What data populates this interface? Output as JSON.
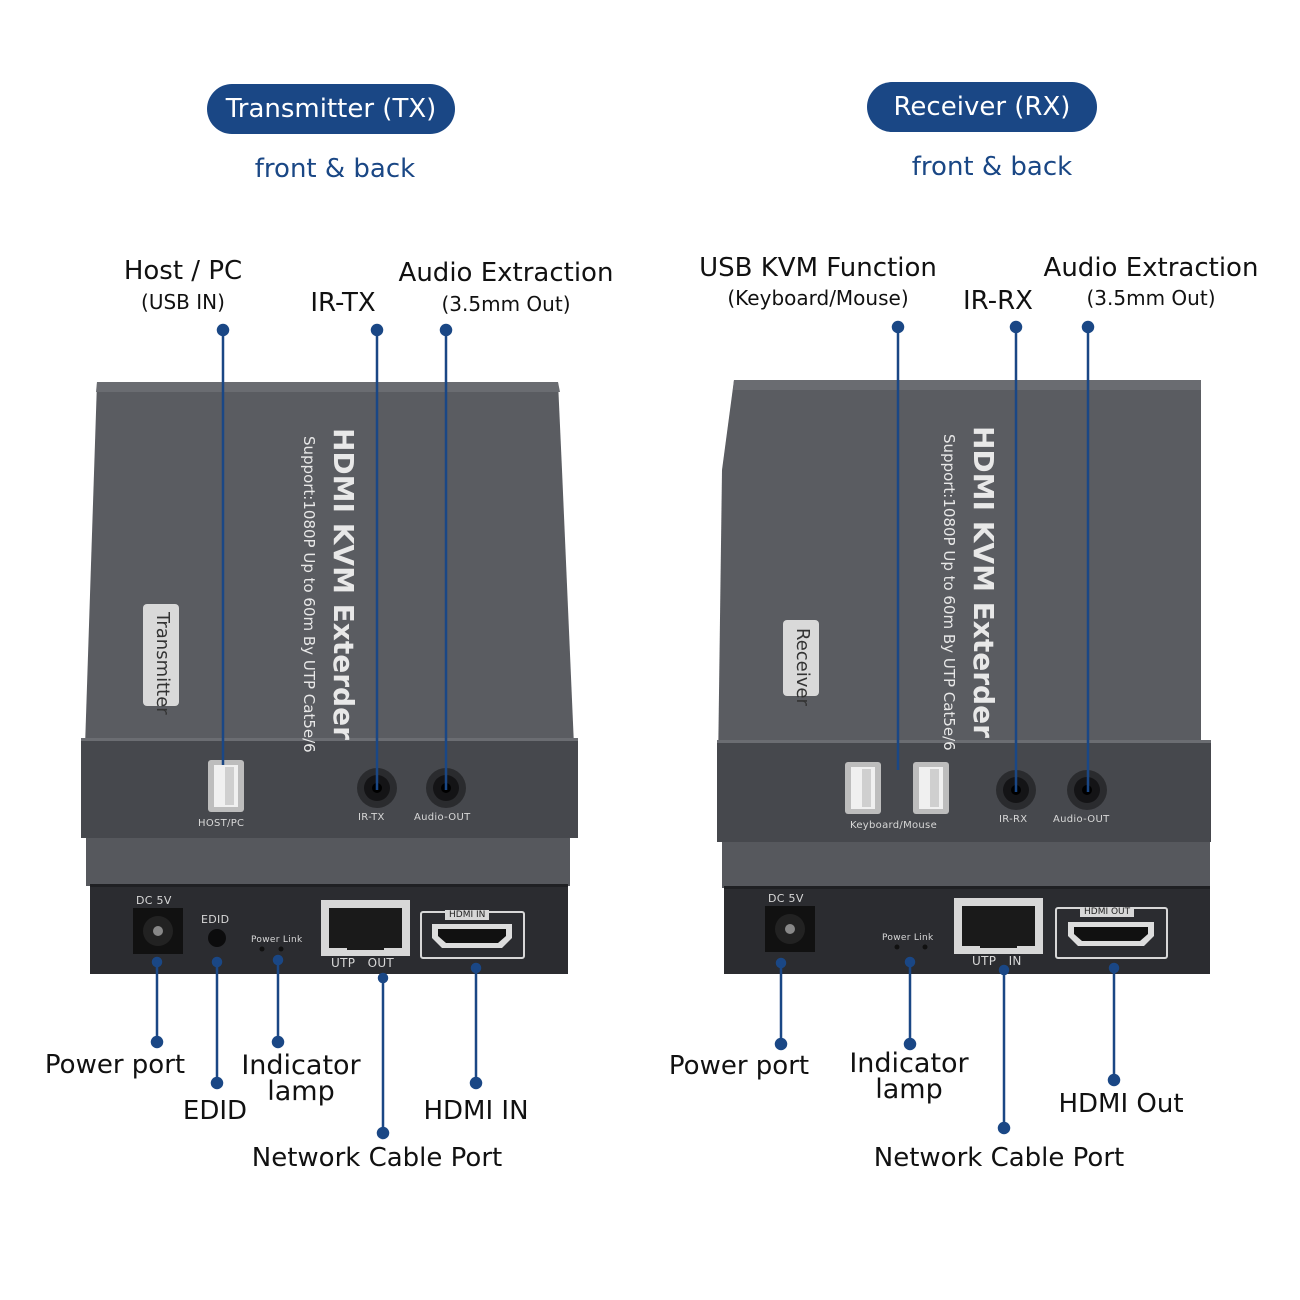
{
  "tx": {
    "badge": "Transmitter (TX)",
    "subtitle": "front & back",
    "device": {
      "title": "HDMI KVM Exterder",
      "support": "Support:1080P  Up to 60m By UTP Cat5e/6",
      "tag": "Transmitter",
      "front_ports": {
        "usb": "HOST/PC",
        "ir": "IR-TX",
        "audio": "Audio-OUT"
      },
      "back_ports": {
        "dc": "DC 5V",
        "edid": "EDID",
        "led": "Power Link",
        "utp": "UTP   OUT",
        "hdmi": "HDMI IN"
      }
    },
    "callouts_top": {
      "host_title": "Host / PC",
      "host_sub": "(USB IN)",
      "ir": "IR-TX",
      "audio_title": "Audio Extraction",
      "audio_sub": "(3.5mm Out)"
    },
    "callouts_bottom": {
      "power": "Power port",
      "edid": "EDID",
      "indicator": "Indicator\nlamp",
      "network": "Network Cable Port",
      "hdmi": "HDMI IN"
    }
  },
  "rx": {
    "badge": "Receiver (RX)",
    "subtitle": "front & back",
    "device": {
      "title": "HDMI KVM Exterder",
      "support": "Support:1080P  Up to 60m By UTP Cat5e/6",
      "tag": "Receiver",
      "front_ports": {
        "usb": "Keyboard/Mouse",
        "ir": "IR-RX",
        "audio": "Audio-OUT"
      },
      "back_ports": {
        "dc": "DC 5V",
        "led": "Power Link",
        "utp": "UTP   IN",
        "hdmi": "HDMI OUT"
      }
    },
    "callouts_top": {
      "usb_title": "USB KVM Function",
      "usb_sub": "(Keyboard/Mouse)",
      "ir": "IR-RX",
      "audio_title": "Audio Extraction",
      "audio_sub": "(3.5mm Out)"
    },
    "callouts_bottom": {
      "power": "Power port",
      "indicator": "Indicator\nlamp",
      "network": "Network Cable Port",
      "hdmi": "HDMI Out"
    }
  },
  "colors": {
    "accent": "#1a4785",
    "device_body": "#55575c",
    "device_front": "#3f4146",
    "panel": "#2f3034"
  }
}
